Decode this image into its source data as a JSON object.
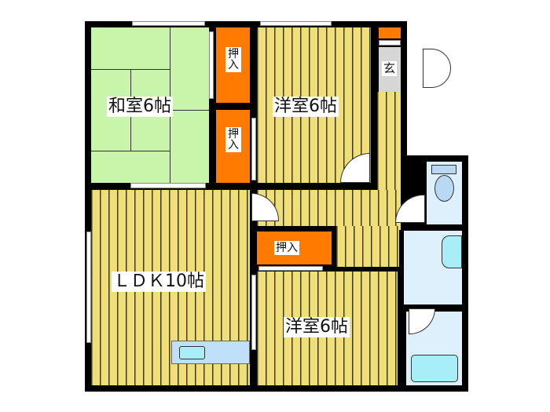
{
  "floor_plan": {
    "rooms": [
      {
        "id": "washitsu",
        "label": "和室6帖",
        "type": "japanese-room",
        "color": "#c8f5aa"
      },
      {
        "id": "yoshitsu-north",
        "label": "洋室6帖",
        "type": "western-room",
        "color": "#f0de78"
      },
      {
        "id": "ldk",
        "label": "ＬＤＫ10帖",
        "type": "living-dining-kitchen",
        "color": "#f0de78"
      },
      {
        "id": "yoshitsu-south",
        "label": "洋室6帖",
        "type": "western-room",
        "color": "#f0de78"
      },
      {
        "id": "genkan",
        "label": "玄",
        "type": "entrance",
        "color": "#d6d6d6"
      }
    ],
    "closets": [
      {
        "id": "closet-1",
        "label": "押入",
        "color": "#ff7a00"
      },
      {
        "id": "closet-2",
        "label": "押入",
        "color": "#ff7a00"
      },
      {
        "id": "closet-3",
        "label": "押入",
        "color": "#ff7a00"
      }
    ],
    "fixtures": [
      "toilet",
      "washbasin",
      "bathtub",
      "kitchen-sink"
    ]
  }
}
